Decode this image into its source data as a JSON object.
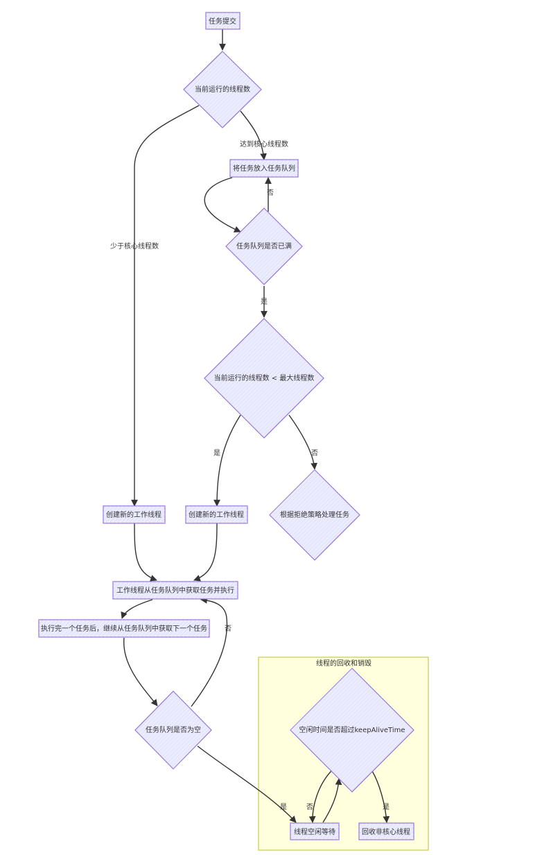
{
  "nodes": {
    "submit": "任务提交",
    "running_count": "当前运行的线程数",
    "put_queue": "将任务放入任务队列",
    "queue_full": "任务队列是否已满",
    "running_lt_max": "当前运行的线程数 < 最大线程数",
    "create_worker_a": "创建新的工作线程",
    "create_worker_b": "创建新的工作线程",
    "reject": "根据拒绝策略处理任务",
    "worker_fetch": "工作线程从任务队列中获取任务并执行",
    "after_task": "执行完一个任务后，继续从任务队列中获取下一个任务",
    "queue_empty": "任务队列是否为空",
    "idle_exceed": "空闲时间是否超过keepAliveTime",
    "thread_idle": "线程空闲等待",
    "recycle": "回收非核心线程"
  },
  "edge_labels": {
    "less_than_core": "少于核心线程数",
    "reached_core": "达到核心线程数",
    "full_no": "否",
    "full_yes": "是",
    "max_yes": "是",
    "max_no": "否",
    "empty_no": "否",
    "empty_yes": "是",
    "idle_no": "否",
    "idle_yes": "是"
  },
  "cluster": {
    "title": "线程的回收和销毁"
  },
  "colors": {
    "node_fill": "#ececff",
    "node_stroke": "#9370db",
    "cluster_fill": "#ffffde",
    "cluster_stroke": "#c9c957",
    "edge": "#333333"
  }
}
